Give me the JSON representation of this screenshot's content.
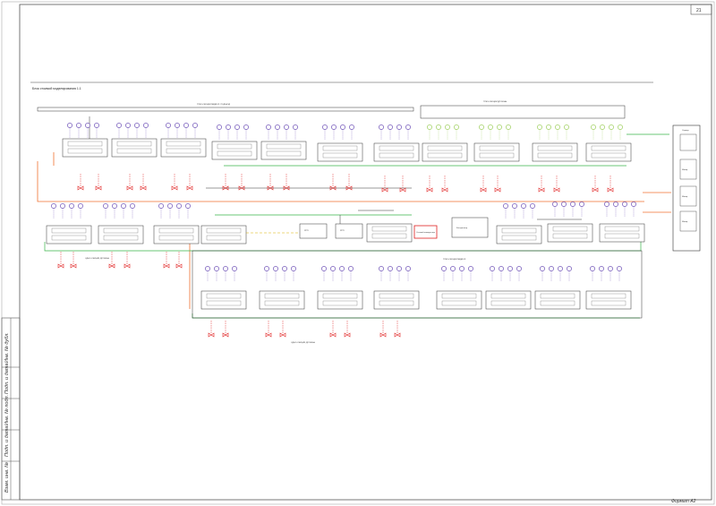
{
  "sheet": {
    "page_number": "21",
    "format_label": "Формат  А2",
    "diagram_title": "Блок стоимой моделирования 1.1",
    "title_block": [
      "Взам. инв. №",
      "Подп. и дата",
      "Инв. № подл.",
      "Подп. и дата",
      "Инв. № дубл."
    ]
  },
  "groups": {
    "top_left_title": "ТРЕХ-СЕКЦИИ РАДИОЛ. ПОДЪЕЗД",
    "top_right_title": "ТРЕХ-СЕКЦИИ ДРОЖНЫ",
    "mid_left_title": "ОДНО-СЕКЦИИ ДРОЖНЫ",
    "bottom_title": "ТРЕХ-СЕКЦИИ РАДИОЛ.",
    "bottom_caption": "ОДНО-СЕКЦИИ ДРОЖНЫ"
  },
  "center": {
    "bus_left": "РРП",
    "bus_mid": "РРП",
    "red_box": "Сетевой коммутатор",
    "right_box": "Контроллер"
  },
  "right_panel": {
    "top": "Сервер",
    "mid1": "Шкаф",
    "mid2": "Шкаф",
    "bottom": "Шкаф"
  },
  "colors": {
    "red": "#e02020",
    "green": "#3ab54a",
    "orange": "#f07030",
    "purple": "#5533aa",
    "lime": "#8cc63f",
    "dark": "#333333"
  }
}
